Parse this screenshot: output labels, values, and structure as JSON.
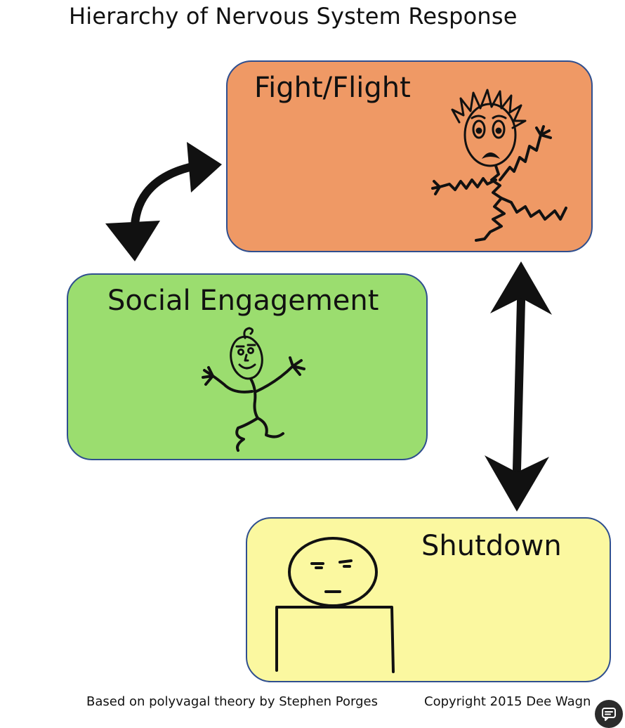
{
  "title": "Hierarchy of Nervous System Response",
  "states": {
    "fight_flight": {
      "label": "Fight/Flight",
      "color": "#ef9965"
    },
    "social_engagement": {
      "label": "Social Engagement",
      "color": "#9bdd6f"
    },
    "shutdown": {
      "label": "Shutdown",
      "color": "#fbf8a0"
    }
  },
  "border_color": "#2f4f8f",
  "icons": {
    "fight_flight": "agitated-figure-icon",
    "social_engagement": "relaxed-figure-icon",
    "shutdown": "withdrawn-figure-icon",
    "corner": "chat-icon"
  },
  "footer": {
    "credit": "Based on polyvagal theory by Stephen Porges",
    "copyright": "Copyright 2015 Dee Wagn"
  }
}
